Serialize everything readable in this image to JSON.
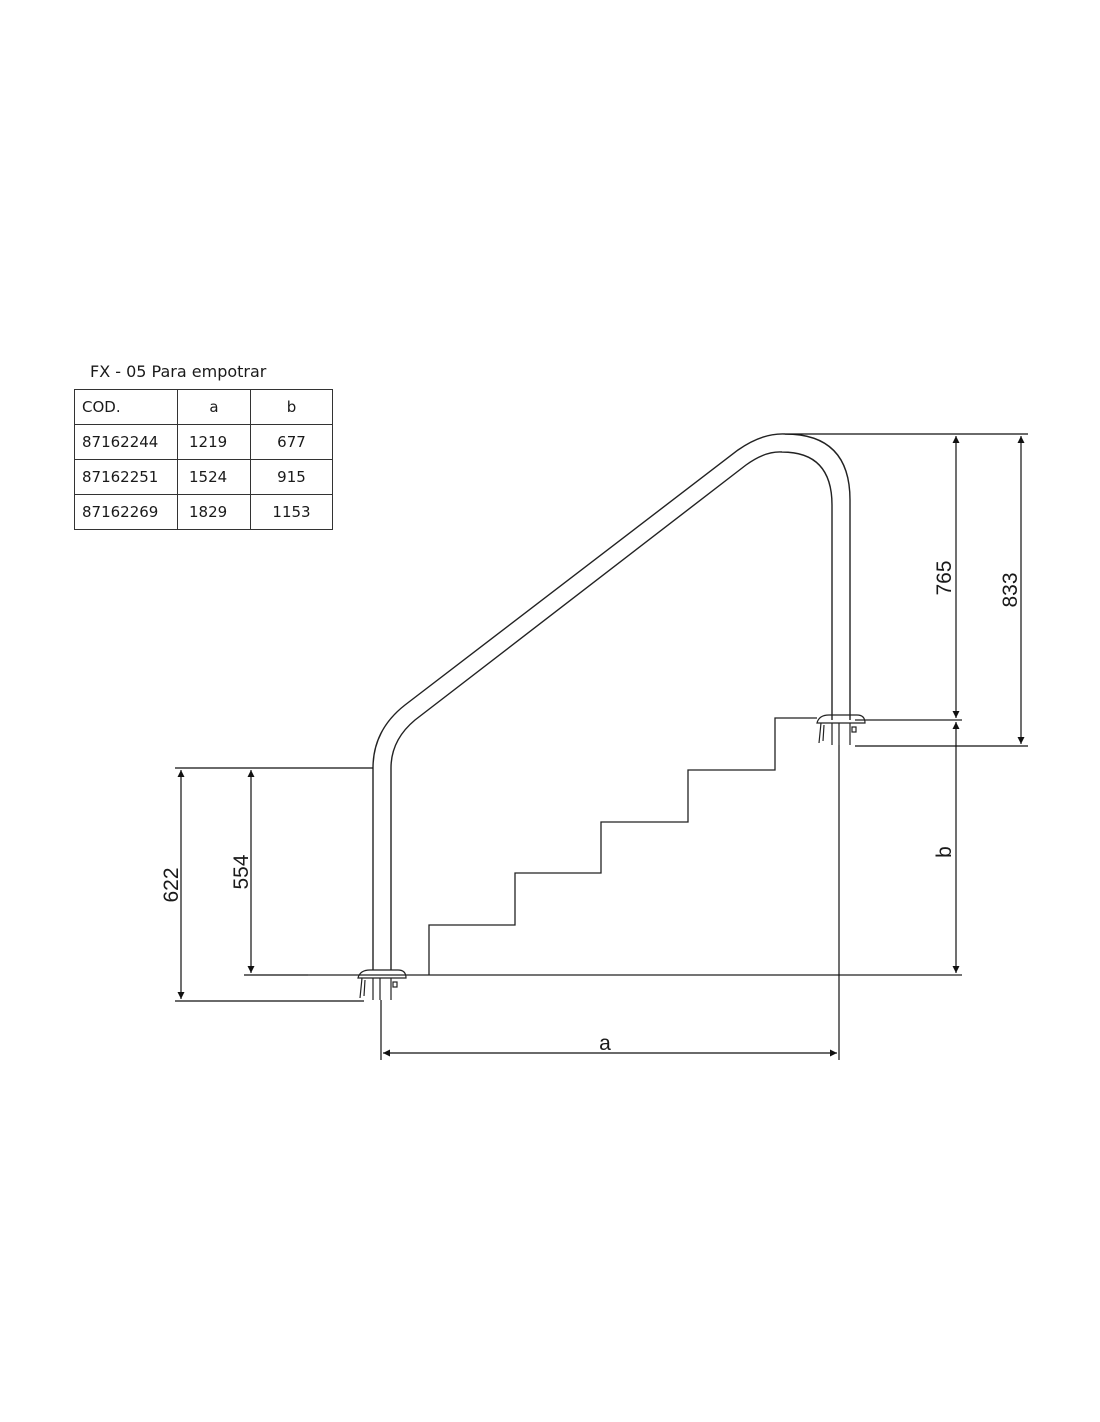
{
  "title": "FX - 05 Para empotrar",
  "table": {
    "headers": [
      "COD.",
      "a",
      "b"
    ],
    "rows": [
      [
        "87162244",
        "1219",
        "677"
      ],
      [
        "87162251",
        "1524",
        "915"
      ],
      [
        "87162269",
        "1829",
        "1153"
      ]
    ]
  },
  "dimensions": {
    "upper_inner": "765",
    "upper_outer": "833",
    "lower_inner": "554",
    "lower_outer": "622",
    "vertical_b": "b",
    "horizontal_a": "a"
  }
}
